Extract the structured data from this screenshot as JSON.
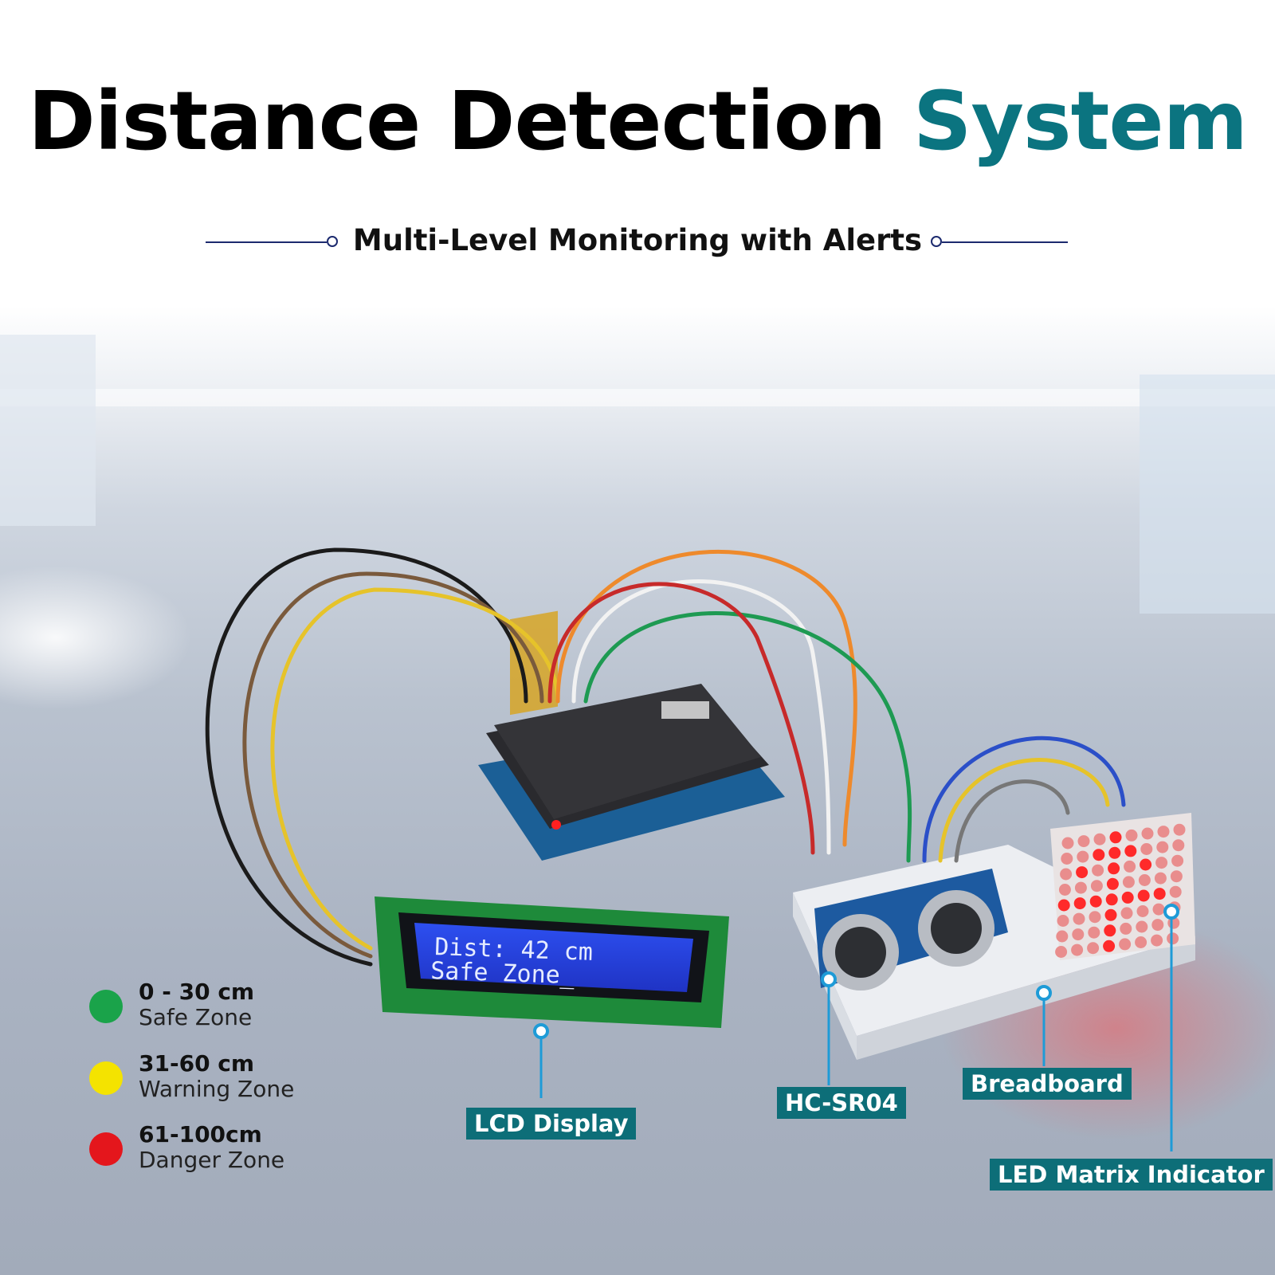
{
  "header": {
    "title_main": "Distance Detection ",
    "title_accent": "System",
    "subtitle": "Multi-Level Monitoring with Alerts"
  },
  "colors": {
    "accent": "#0b7480",
    "callout_bg": "#0d6e78",
    "safe": "#1aa34a",
    "warning": "#f4e300",
    "danger": "#e4161c",
    "lcd_screen": "#2a45e0"
  },
  "lcd": {
    "line1": "Dist: 42 cm",
    "line2": "Safe Zone_"
  },
  "legend": [
    {
      "range": "0 - 30 cm",
      "label": "Safe Zone"
    },
    {
      "range": "31-60 cm",
      "label": "Warning Zone"
    },
    {
      "range": "61-100cm",
      "label": "Danger Zone"
    }
  ],
  "callouts": {
    "lcd": "LCD Display",
    "sensor": "HC-SR04",
    "breadboard": "Breadboard",
    "matrix": "LED Matrix Indicator"
  }
}
